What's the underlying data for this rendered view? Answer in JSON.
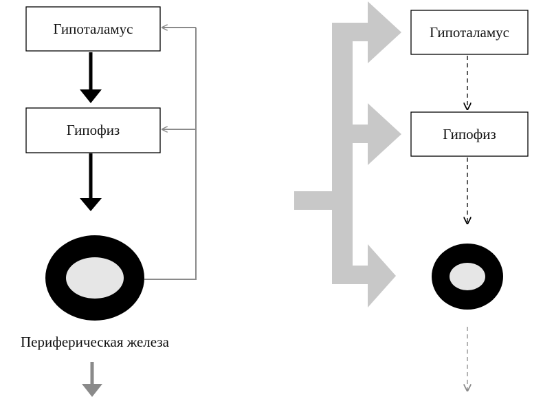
{
  "left_panel": {
    "box_top_label": "Гипоталамус",
    "box_middle_label": "Гипофиз",
    "gland_label": "Периферическая железа"
  },
  "right_panel": {
    "box_top_label": "Гипоталамус",
    "box_middle_label": "Гипофиз"
  },
  "colors": {
    "box_border": "#000000",
    "main_arrow": "#000000",
    "feedback_line": "#8a8a8a",
    "wide_arrow": "#c8c8c8",
    "gland_ring": "#000000",
    "gland_core": "#e6e6e6",
    "dashed_arrow": "#000000",
    "output_arrow": "#8a8a8a"
  }
}
